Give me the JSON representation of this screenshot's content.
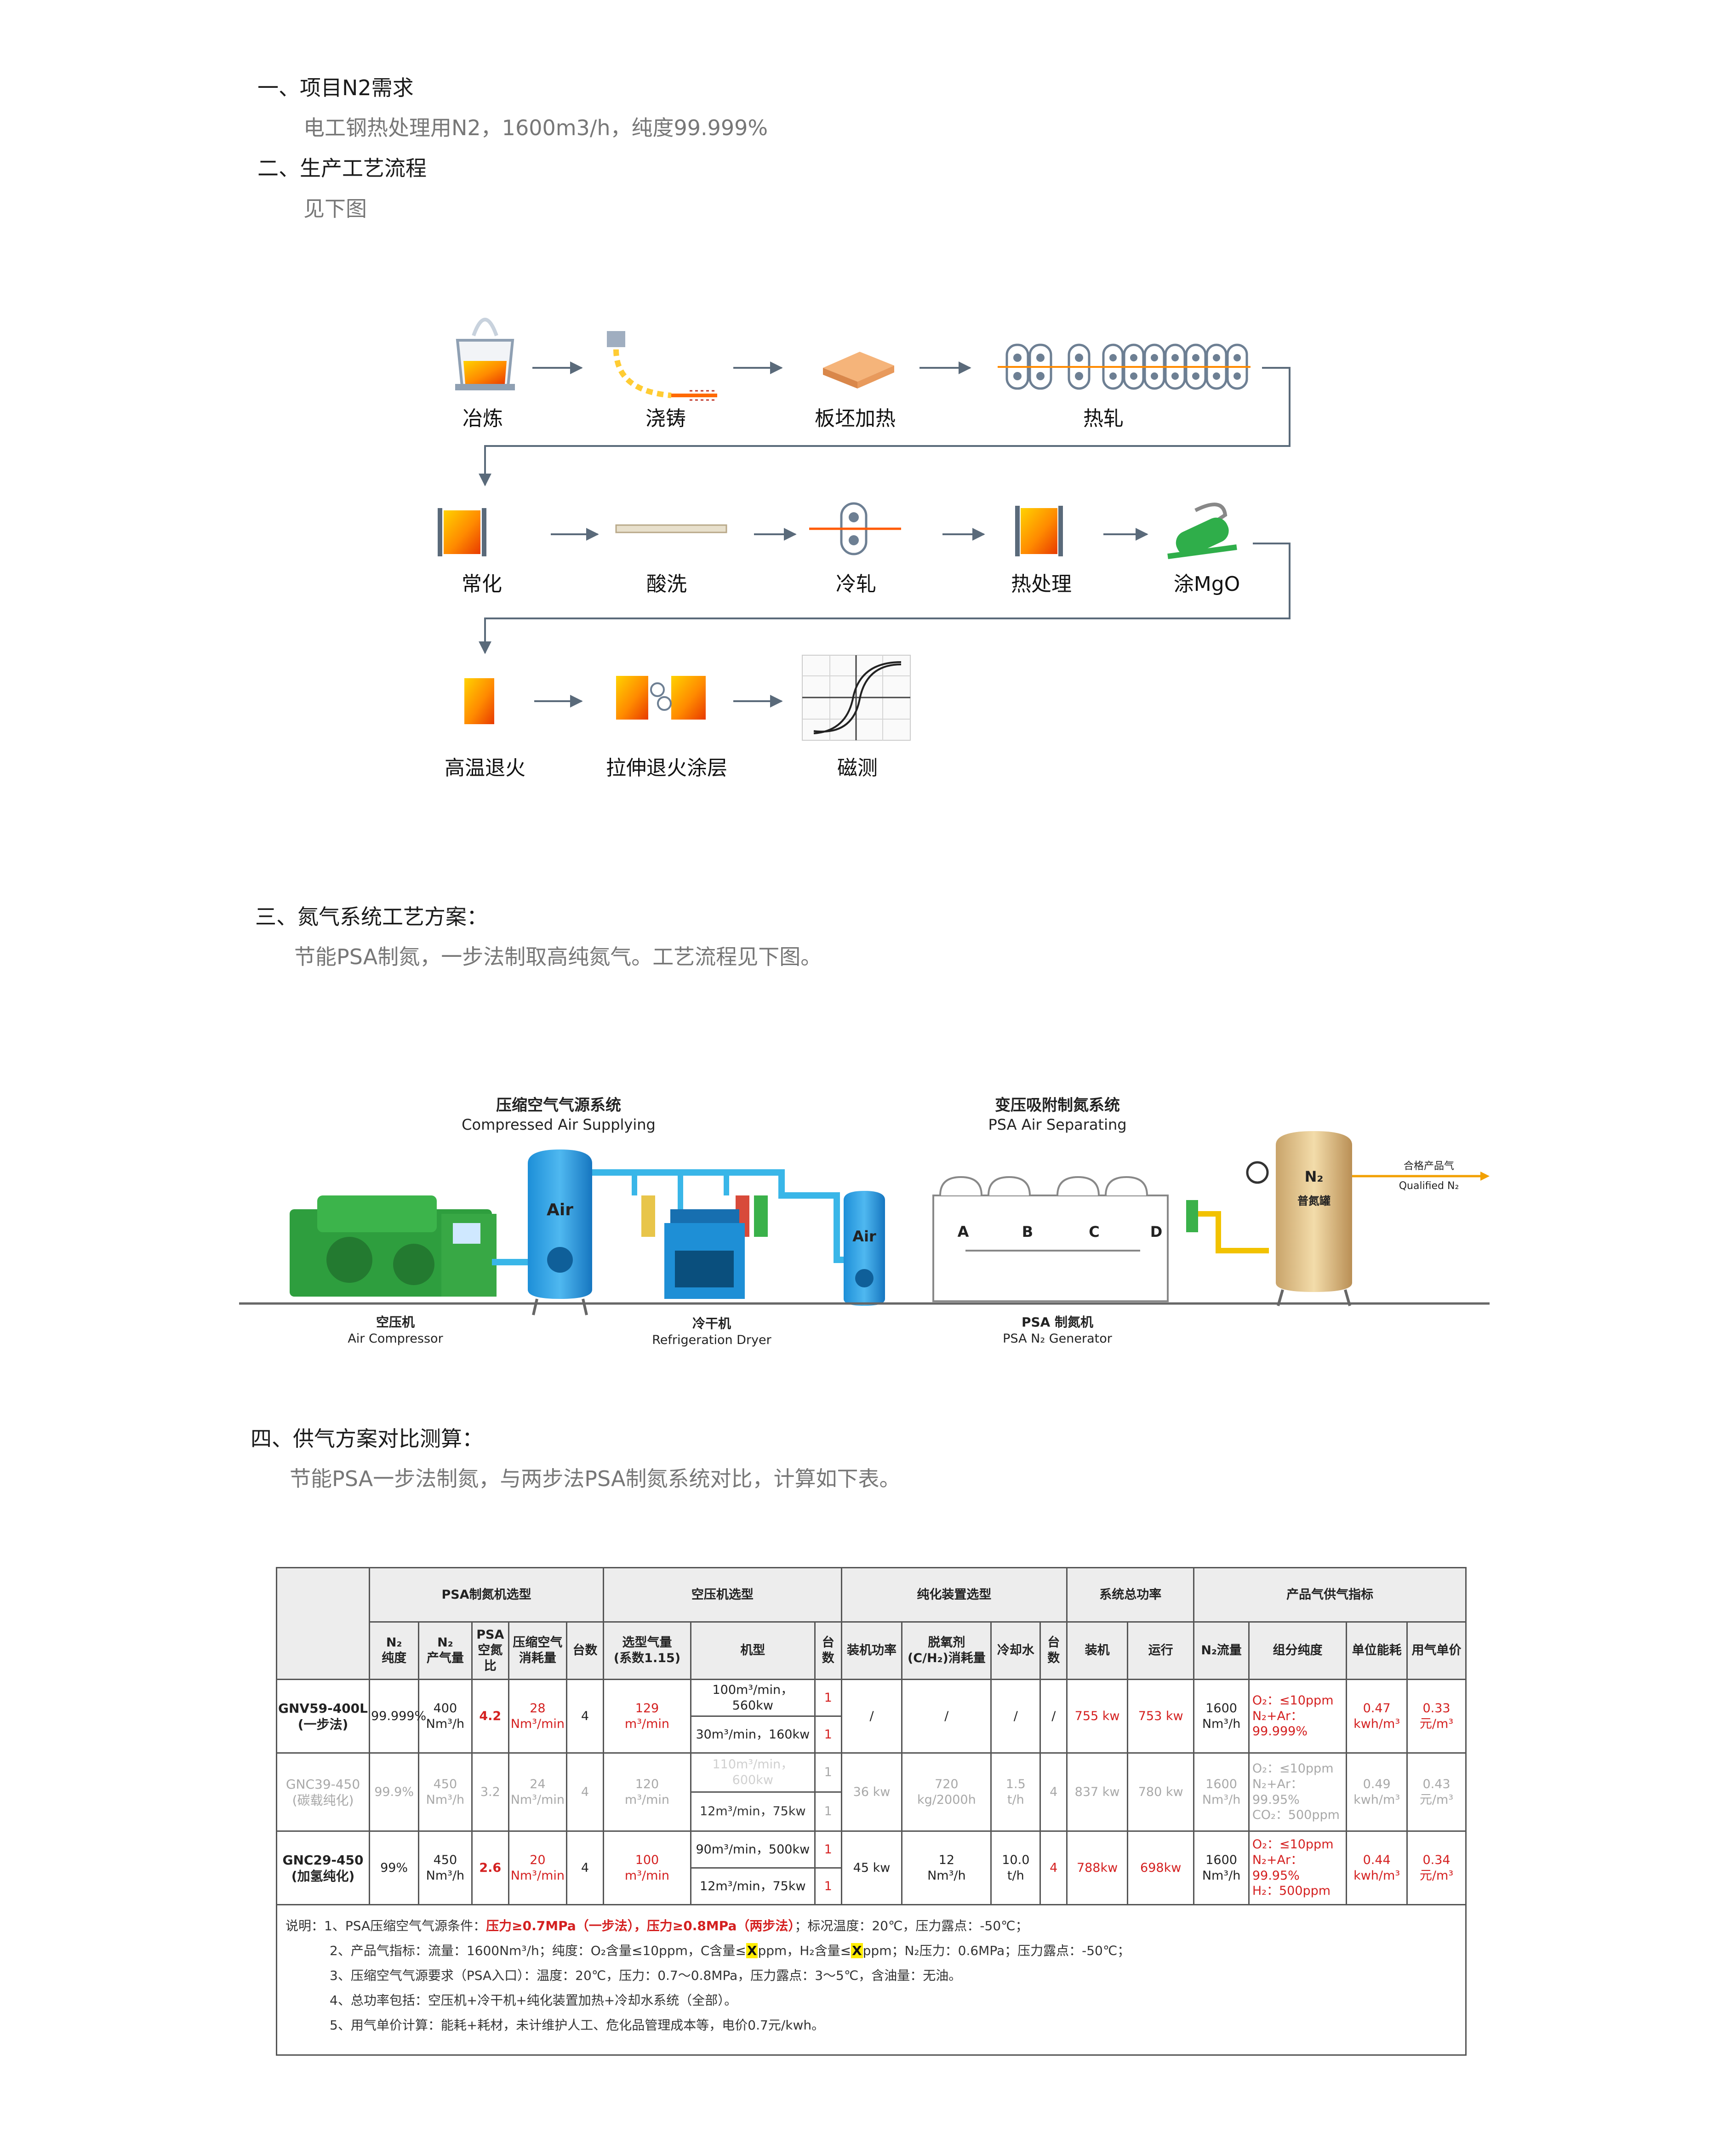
{
  "sections": {
    "s1": {
      "title": "一、项目N2需求",
      "body": "电工钢热处理用N2，1600m3/h，纯度99.999%"
    },
    "s2": {
      "title": "二、生产工艺流程",
      "body": "见下图"
    },
    "s3": {
      "title": "三、氮气系统工艺方案：",
      "body": "节能PSA制氮，一步法制取高纯氮气。工艺流程见下图。"
    },
    "s4": {
      "title": "四、供气方案对比测算：",
      "body": "节能PSA一步法制氮，与两步法PSA制氮系统对比，计算如下表。"
    }
  },
  "process_steps": [
    "冶炼",
    "浇铸",
    "板坯加热",
    "热轧",
    "常化",
    "酸洗",
    "冷轧",
    "热处理",
    "涂MgO",
    "高温退火",
    "拉伸退火涂层",
    "磁测"
  ],
  "psa_diagram": {
    "compressed_air_cn": "压缩空气气源系统",
    "compressed_air_en": "Compressed Air Supplying",
    "psa_sep_cn": "变压吸附制氮系统",
    "psa_sep_en": "PSA Air Separating",
    "air_label": "Air",
    "tower_letters": [
      "A",
      "B",
      "C",
      "D"
    ],
    "n2_tank": "N₂",
    "n2_tank_name": "普氮罐",
    "qualified_cn": "合格产品气",
    "qualified_en": "Qualified N₂",
    "compressor_cn": "空压机",
    "compressor_en": "Air Compressor",
    "dryer_cn": "冷干机",
    "dryer_en": "Refrigeration Dryer",
    "generator_cn": "PSA 制氮机",
    "generator_en": "PSA N₂ Generator"
  },
  "table": {
    "groups": [
      "PSA制氮机选型",
      "空压机选型",
      "纯化装置选型",
      "系统总功率",
      "产品气供气指标"
    ],
    "subheaders": [
      "N₂\n纯度",
      "N₂\n产气量",
      "PSA\n空氮比",
      "压缩空气\n消耗量",
      "台数",
      "选型气量\n(系数1.15)",
      "机型",
      "台数",
      "装机功率",
      "脱氧剂\n(C/H₂)消耗量",
      "冷却水",
      "台数",
      "装机",
      "运行",
      "N₂流量",
      "组分纯度",
      "单位能耗",
      "用气单价"
    ],
    "rows": [
      {
        "name": "GNV59-400L\n(一步法)",
        "purity": "99.999%",
        "n2_flow": "400\nNm³/h",
        "ratio": "4.2",
        "air_use": "28\nNm³/min",
        "qty": "4",
        "sel_air": "129\nm³/min",
        "model_a": "100m³/min，560kw",
        "qty_a": "1",
        "model_b": "30m³/min，160kw",
        "qty_b": "1",
        "p_power": "/",
        "deox": "/",
        "water": "/",
        "p_qty": "/",
        "inst": "755 kw",
        "run": "753 kw",
        "flow": "1600\nNm³/h",
        "comp": "O₂：≤10ppm\nN₂+Ar：\n99.999%",
        "energy": "0.47\nkwh/m³",
        "price": "0.33\n元/m³"
      },
      {
        "name": "GNC39-450\n(碳载纯化)",
        "purity": "99.9%",
        "n2_flow": "450\nNm³/h",
        "ratio": "3.2",
        "air_use": "24\nNm³/min",
        "qty": "4",
        "sel_air": "120\nm³/min",
        "model_a": "110m³/min，600kw",
        "qty_a": "1",
        "model_b": "12m³/min，75kw",
        "qty_b": "1",
        "p_power": "36 kw",
        "deox": "720\nkg/2000h",
        "water": "1.5\nt/h",
        "p_qty": "4",
        "inst": "837 kw",
        "run": "780 kw",
        "flow": "1600\nNm³/h",
        "comp": "O₂：≤10ppm\nN₂+Ar：99.95%\nCO₂：500ppm",
        "energy": "0.49\nkwh/m³",
        "price": "0.43\n元/m³"
      },
      {
        "name": "GNC29-450\n(加氢纯化)",
        "purity": "99%",
        "n2_flow": "450\nNm³/h",
        "ratio": "2.6",
        "air_use": "20\nNm³/min",
        "qty": "4",
        "sel_air": "100\nm³/min",
        "model_a": "90m³/min，500kw",
        "qty_a": "1",
        "model_b": "12m³/min，75kw",
        "qty_b": "1",
        "p_power": "45 kw",
        "deox": "12\nNm³/h",
        "water": "10.0\nt/h",
        "p_qty": "4",
        "inst": "788kw",
        "run": "698kw",
        "flow": "1600\nNm³/h",
        "comp": "O₂：≤10ppm\nN₂+Ar：99.95%\nH₂：500ppm",
        "energy": "0.44\nkwh/m³",
        "price": "0.34\n元/m³"
      }
    ]
  },
  "notes": {
    "n1_a": "说明：1、PSA压缩空气气源条件：",
    "n1_red": "压力≥0.7MPa（一步法），压力≥0.8MPa（两步法）",
    "n1_b": "；标况温度：20℃，压力露点：-50℃；",
    "n2_a": "2、产品气指标：流量：1600Nm³/h；纯度：O₂含量≤10ppm，C含量≤",
    "n2_x1": "X",
    "n2_b": "ppm，H₂含量≤",
    "n2_x2": "X",
    "n2_c": "ppm；N₂压力：0.6MPa；压力露点：-50℃；",
    "n3": "3、压缩空气气源要求（PSA入口）：温度：20℃，压力：0.7～0.8MPa，压力露点：3～5℃，含油量：无油。",
    "n4": "4、总功率包括：空压机+冷干机+纯化装置加热+冷却水系统（全部）。",
    "n5": "5、用气单价计算：能耗+耗材，未计维护人工、危化品管理成本等，电价0.7元/kwh。"
  }
}
